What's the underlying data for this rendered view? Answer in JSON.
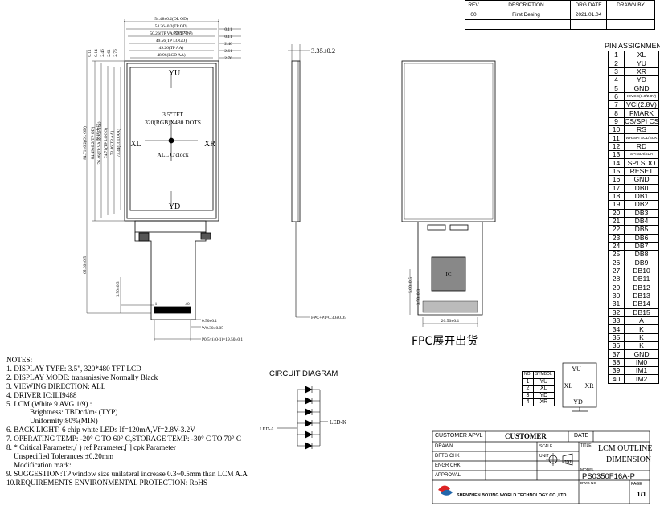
{
  "revision_table": {
    "headers": {
      "rev": "REV",
      "description": "DESCRIPTION",
      "date": "DRG DATE",
      "drawn": "DRAWN BY"
    },
    "rows": [
      {
        "rev": "00",
        "description": "First Desing",
        "date": "2021.01.04",
        "drawn": ""
      }
    ]
  },
  "front_view": {
    "dims_top": [
      "54.48±0.2(OL OD)",
      "54.26±0.2(TP OD)",
      "50.26(TP VA/胶线内径)",
      "49.56(TP LOGO)",
      "49.26(TP AA)",
      "48.96(LCD AA)"
    ],
    "dims_right": [
      "0.11",
      "0.11",
      "2.46",
      "2.61",
      "2.76"
    ],
    "dims_left": [
      "0.11",
      "0.14",
      "2.46",
      "2.61",
      "2.76"
    ],
    "dims_vert": [
      "84.71±0.2(OL OD)",
      "84.49±0.2(TP OD)",
      "76.46(TP VA/胶线内径)",
      "74.71(TP LOGO)",
      "73.46(TP AA)",
      "73.44(LCD AA)"
    ],
    "panel_lines": [
      "3.5\"TFT",
      "320(RGB)X480 DOTS",
      "ALL O'clock"
    ],
    "axis_labels": {
      "top": "YU",
      "bottom": "YD",
      "left": "XL",
      "right": "XR"
    },
    "dim_fpc_length": "65.30±0.5",
    "dim_stiff": "3.50±0.3",
    "pin_first": "1",
    "pin_last": "40",
    "dim_bottom": [
      "0.50±0.1",
      "W0.30±0.05",
      "P0.5×(40-1)=19.50±0.1"
    ]
  },
  "side_view": {
    "dim_thickness": "3.35±0.2",
    "dim_fpc": "FPC+PI=0.30±0.05"
  },
  "back_view": {
    "dim_left1": "5.00±0.5",
    "dim_left2": "3.50±0.3",
    "dim_bottom": "20.50±0.1",
    "caption": "FPC展开出货",
    "chip_label": "IC"
  },
  "pin_assignment": {
    "title": "PIN ASSIGNMENT",
    "pins": [
      {
        "no": "1",
        "name": "XL"
      },
      {
        "no": "2",
        "name": "YU"
      },
      {
        "no": "3",
        "name": "XR"
      },
      {
        "no": "4",
        "name": "YD"
      },
      {
        "no": "5",
        "name": "GND"
      },
      {
        "no": "6",
        "name": "IOVCC(1.8/2.8V)",
        "small": true
      },
      {
        "no": "7",
        "name": "VCI(2.8V)"
      },
      {
        "no": "8",
        "name": "FMARK"
      },
      {
        "no": "9",
        "name": "CS/SPI CS"
      },
      {
        "no": "10",
        "name": "RS"
      },
      {
        "no": "11",
        "name": "WR/SPI SCL/SCK",
        "small": true
      },
      {
        "no": "12",
        "name": "RD"
      },
      {
        "no": "13",
        "name": "SPI SDI/SDA",
        "small": true
      },
      {
        "no": "14",
        "name": "SPI SDO"
      },
      {
        "no": "15",
        "name": "RESET"
      },
      {
        "no": "16",
        "name": "GND"
      },
      {
        "no": "17",
        "name": "DB0"
      },
      {
        "no": "18",
        "name": "DB1"
      },
      {
        "no": "19",
        "name": "DB2"
      },
      {
        "no": "20",
        "name": "DB3"
      },
      {
        "no": "21",
        "name": "DB4"
      },
      {
        "no": "22",
        "name": "DB5"
      },
      {
        "no": "23",
        "name": "DB6"
      },
      {
        "no": "24",
        "name": "DB7"
      },
      {
        "no": "25",
        "name": "DB8"
      },
      {
        "no": "26",
        "name": "DB9"
      },
      {
        "no": "27",
        "name": "DB10"
      },
      {
        "no": "28",
        "name": "DB11"
      },
      {
        "no": "29",
        "name": "DB12"
      },
      {
        "no": "30",
        "name": "DB13"
      },
      {
        "no": "31",
        "name": "DB14"
      },
      {
        "no": "32",
        "name": "DB15"
      },
      {
        "no": "33",
        "name": "A"
      },
      {
        "no": "34",
        "name": "K"
      },
      {
        "no": "35",
        "name": "K"
      },
      {
        "no": "36",
        "name": "K"
      },
      {
        "no": "37",
        "name": "GND"
      },
      {
        "no": "38",
        "name": "IM0"
      },
      {
        "no": "39",
        "name": "IM1"
      },
      {
        "no": "40",
        "name": "IM2"
      }
    ]
  },
  "notes": {
    "heading": "NOTES:",
    "lines": [
      "1. DISPLAY TYPE: 3.5\", 320*480 TFT LCD",
      "2. DISPLAY MODE: transmissive Normally Black",
      "3. VIEWING DIRECTION:  ALL",
      "4. DRIVER IC:ILI9488",
      "5. LCM (White 9 AVG 1/9) :",
      "Brightness: TBDcd/m² (TYP)",
      "Uniformity:80%(MIN)",
      "6. BACK LIGHT: 6 chip white LEDs If=120mA,Vf=2.8V-3.2V",
      "7. OPERATING TEMP: -20° C TO 60° C,STORAGE TEMP: -30° C TO 70° C",
      "8. * Critical Parameter,( ) ref Parameter,[ ] cpk Parameter",
      "Unspecified Tolerances:±0.20mm",
      "Modification mark:",
      "9. SUGGESTION:TP window size unilateral increase 0.3~0.5mm than LCM A.A",
      "10.REQUIREMENTS ENVIRONMENTAL PROTECTION: RoHS"
    ]
  },
  "circuit": {
    "title": "CIRCUIT DIAGRAM",
    "anode": "LED-A",
    "cathode": "LED-K"
  },
  "symbol_table": {
    "headers": {
      "no": "NO.",
      "symbol": "SYMBOL"
    },
    "rows": [
      {
        "no": "1",
        "symbol": "YU"
      },
      {
        "no": "2",
        "symbol": "XL"
      },
      {
        "no": "3",
        "symbol": "YD"
      },
      {
        "no": "4",
        "symbol": "XR"
      }
    ]
  },
  "touch_diagram": {
    "top": "YU",
    "bottom": "YD",
    "left": "XL",
    "right": "XR"
  },
  "title_block": {
    "customer_apvl": "CUSTOMER APVL",
    "customer": "CUSTOMER",
    "date": "DATE",
    "drawn": "DRAWN",
    "scale": "SCALE",
    "title_label": "TITLE",
    "title_line1": "LCM OUTLINE",
    "title_line2": "DIMENSION",
    "dftg_chk": "DFTG CHK",
    "unit": "UNIT",
    "unit_value": "mm",
    "engr_chk": "ENGR CHK",
    "model_label": "MODEL",
    "model": "PS0350F16A-P",
    "approval": "APPROVAL",
    "company": "SHENZHEN BOXING WORLD TECHNOLOGY CO.,LTD",
    "dwg_no": "DWG NO",
    "page_label": "PAGE",
    "page": "1/1"
  }
}
